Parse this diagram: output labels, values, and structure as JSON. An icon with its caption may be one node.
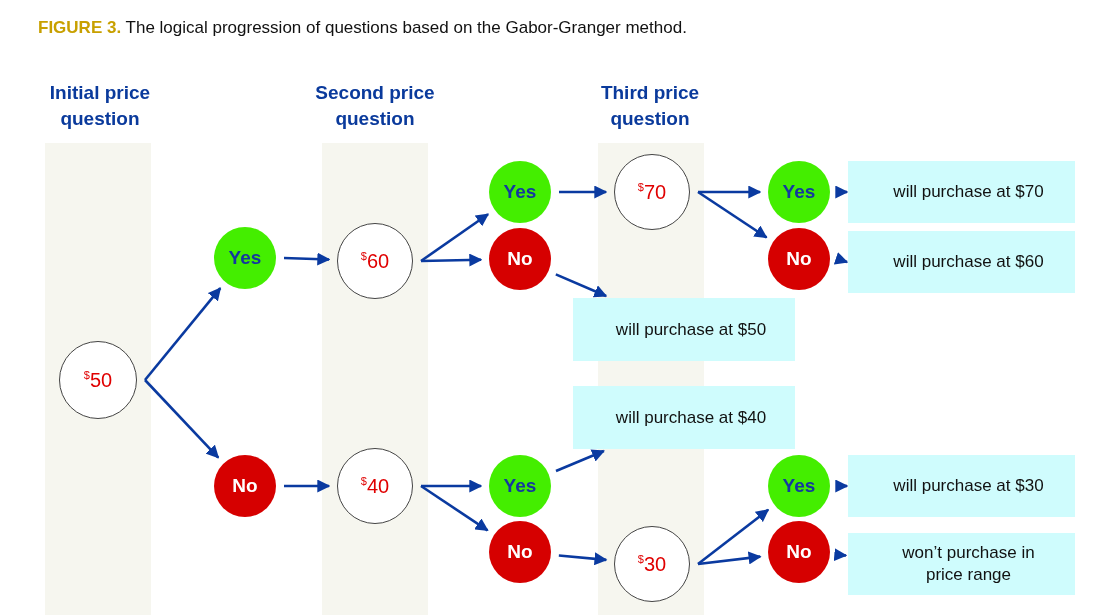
{
  "diagram": {
    "title": "**FIGURE 3.** The logical progression of questions based on the Gabor-Granger method.",
    "nodes": [
      {
        "text": [
          "$^{$}$50"
        ]
      },
      {
        "text": [
          "Yes"
        ]
      },
      {
        "text": [
          "No"
        ]
      },
      {
        "text": [
          "$^{$}$60"
        ]
      },
      {
        "text": [
          "$^{$}$40"
        ]
      },
      {
        "text": [
          "Yes"
        ]
      },
      {
        "text": [
          "No"
        ]
      },
      {
        "text": [
          "Yes"
        ]
      },
      {
        "text": [
          "No"
        ]
      },
      {
        "text": [
          "$^{$}$70"
        ]
      },
      {
        "text": [
          "will purchase at $50"
        ]
      },
      {
        "text": [
          "will purchase at $40"
        ]
      },
      {
        "text": [
          "$^{$}$30"
        ]
      },
      {
        "text": [
          "Yes"
        ]
      },
      {
        "text": [
          "No"
        ]
      },
      {
        "text": [
          "Yes"
        ]
      },
      {
        "text": [
          "No"
        ]
      },
      {
        "text": [
          "will purchase at $70"
        ]
      },
      {
        "text": [
          "will purchase at $60"
        ]
      },
      {
        "text": [
          "will purchase at $30"
        ]
      },
      {
        "text": [
          "won’t purchase in price range"
        ]
      }
    ],
    "edges": [
      {
        "from": 0,
        "to": 1,
        "arrow": "to"
      },
      {
        "from": 0,
        "to": 2,
        "arrow": "to"
      },
      {
        "from": 1,
        "to": 3,
        "arrow": "to"
      },
      {
        "from": 2,
        "to": 4,
        "arrow": "to"
      },
      {
        "from": 3,
        "to": 5,
        "arrow": "to"
      },
      {
        "from": 3,
        "to": 6,
        "arrow": "to"
      },
      {
        "from": 4,
        "to": 7,
        "arrow": "to"
      },
      {
        "from": 4,
        "to": 8,
        "arrow": "to"
      },
      {
        "from": 6,
        "to": 10,
        "arrow": "to"
      },
      {
        "from": 7,
        "to": 11,
        "arrow": "to"
      },
      {
        "from": 5,
        "to": 9,
        "arrow": "to"
      },
      {
        "from": 8,
        "to": 12,
        "arrow": "to"
      },
      {
        "from": 9,
        "to": 13,
        "arrow": "to"
      },
      {
        "from": 9,
        "to": 14,
        "arrow": "to"
      },
      {
        "from": 12,
        "to": 15,
        "arrow": "to"
      },
      {
        "from": 12,
        "to": 16,
        "arrow": "to"
      },
      {
        "from": 13,
        "to": 17,
        "arrow": "to"
      },
      {
        "from": 14,
        "to": 18,
        "arrow": "to"
      },
      {
        "from": 15,
        "to": 19,
        "arrow": "to"
      },
      {
        "from": 16,
        "to": 20,
        "arrow": "to"
      }
    ],
    "labels": [
      "Initial price question",
      "Second price question",
      "Third price question"
    ]
  }
}
